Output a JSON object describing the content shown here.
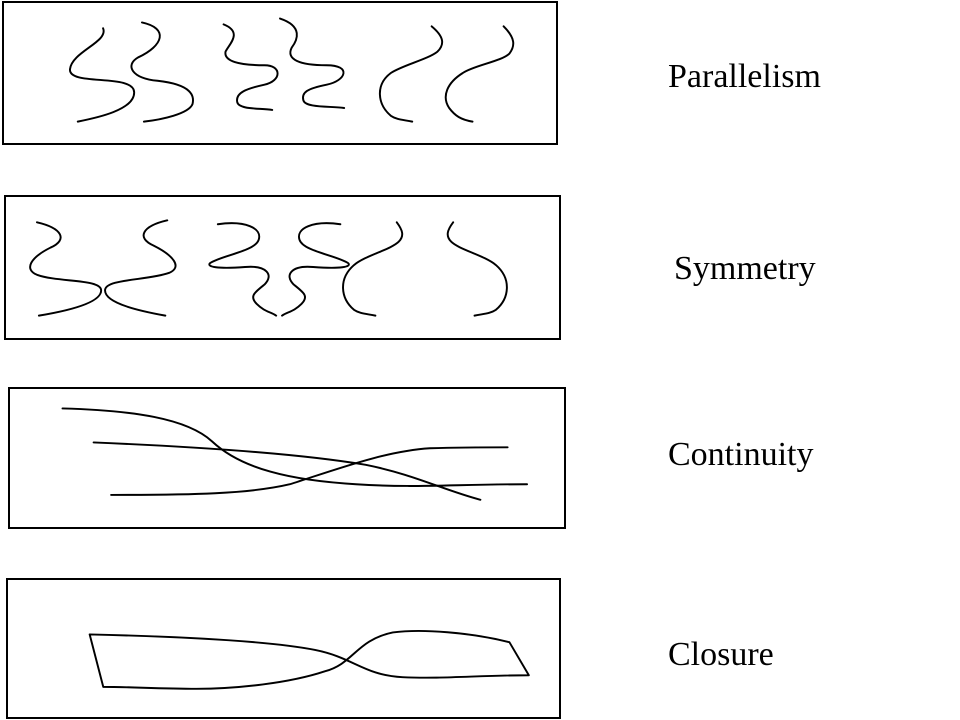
{
  "figure": {
    "rows": [
      {
        "label": "Parallelism"
      },
      {
        "label": "Symmetry"
      },
      {
        "label": "Continuity"
      },
      {
        "label": "Closure"
      }
    ]
  }
}
